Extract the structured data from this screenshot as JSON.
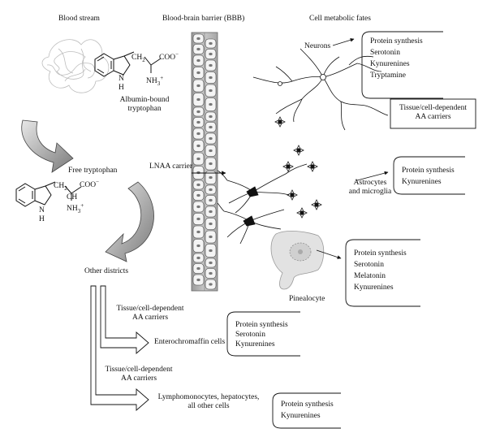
{
  "headers": {
    "blood_stream": "Blood stream",
    "bbb": "Blood-brain barrier (BBB)",
    "fates": "Cell metabolic fates"
  },
  "molecules": {
    "albumin_label_1": "Albumin-bound",
    "albumin_label_2": "tryptophan",
    "free_label": "Free tryptophan",
    "ch2": "CH",
    "ch2_sub": "2",
    "ch": "CH",
    "coo": "COO",
    "nh3": "NH",
    "nh3_sub": "3",
    "nh": "N",
    "h": "H",
    "minus": "−",
    "plus": "+"
  },
  "labels": {
    "lnaa": "LNAA carrier",
    "neurons": "Neurons",
    "astro_1": "Astrocytes",
    "astro_2": "and microglia",
    "pinealocyte": "Pinealocyte",
    "other_districts": "Other districts",
    "carriers_1a": "Tissue/cell-dependent",
    "carriers_1b": "AA carriers",
    "carriers_2a": "Tissue/cell-dependent",
    "carriers_2b": "AA carriers",
    "entero": "Enterochromaffin cells",
    "lympho_1": "Lymphomonocytes, hepatocytes,",
    "lympho_2": "all other cells"
  },
  "boxes": {
    "neurons": [
      "Protein synthesis",
      "Serotonin",
      "Kynurenines",
      "Tryptamine"
    ],
    "tissue_1": "Tissue/cell-dependent",
    "tissue_2": "AA carriers",
    "astro": [
      "Protein synthesis",
      "Kynurenines"
    ],
    "pineal": [
      "Protein synthesis",
      "Serotonin",
      "Melatonin",
      "Kynurenines"
    ],
    "entero": [
      "Protein synthesis",
      "Serotonin",
      "Kynurenines"
    ],
    "lympho": [
      "Protein synthesis",
      "Kynurenines"
    ]
  }
}
